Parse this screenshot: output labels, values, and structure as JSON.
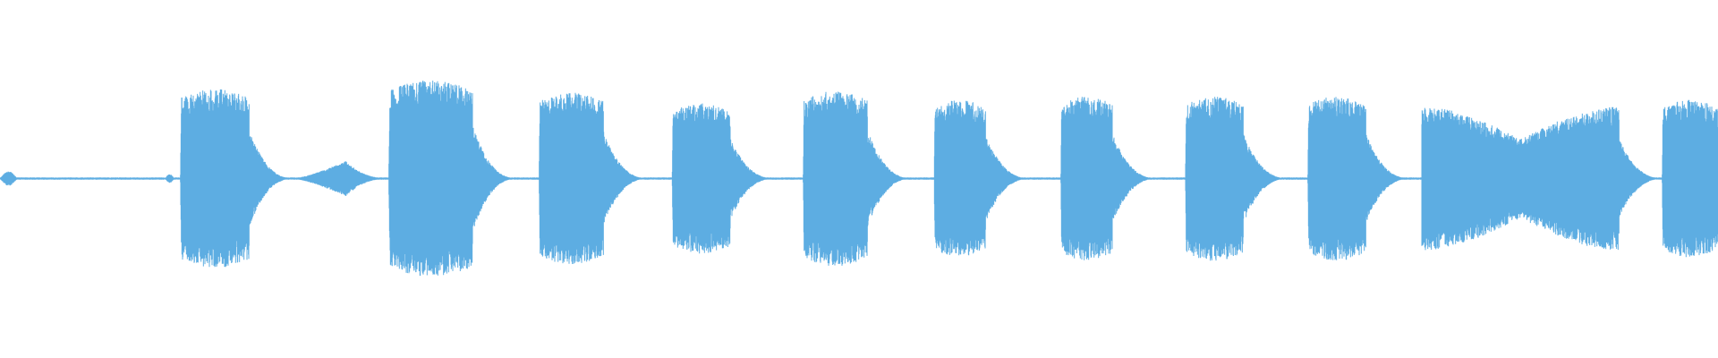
{
  "waveform": {
    "color": "#5dade2",
    "duration_s": 40,
    "sample_rate_hz": 1000,
    "noise_floor": 0.006,
    "segments": [
      {
        "start": 0.0,
        "end": 0.4,
        "amp": 0.04,
        "shape": "blip"
      },
      {
        "start": 3.85,
        "end": 4.05,
        "amp": 0.025,
        "shape": "blip"
      },
      {
        "start": 4.2,
        "end": 5.8,
        "amp": 0.5,
        "shape": "block"
      },
      {
        "start": 6.8,
        "end": 8.05,
        "amp": 0.1,
        "shape": "ramp_up"
      },
      {
        "start": 9.05,
        "end": 11.0,
        "amp": 0.55,
        "shape": "block"
      },
      {
        "start": 12.55,
        "end": 14.05,
        "amp": 0.48,
        "shape": "block"
      },
      {
        "start": 15.65,
        "end": 17.0,
        "amp": 0.42,
        "shape": "block"
      },
      {
        "start": 18.7,
        "end": 20.2,
        "amp": 0.49,
        "shape": "block"
      },
      {
        "start": 21.75,
        "end": 22.95,
        "amp": 0.44,
        "shape": "block"
      },
      {
        "start": 24.7,
        "end": 25.9,
        "amp": 0.46,
        "shape": "block"
      },
      {
        "start": 27.6,
        "end": 28.95,
        "amp": 0.46,
        "shape": "block"
      },
      {
        "start": 30.45,
        "end": 31.8,
        "amp": 0.46,
        "shape": "block"
      },
      {
        "start": 33.1,
        "end": 37.7,
        "amp": 0.4,
        "shape": "pinch"
      },
      {
        "start": 38.7,
        "end": 40.0,
        "amp": 0.44,
        "shape": "block"
      }
    ]
  }
}
